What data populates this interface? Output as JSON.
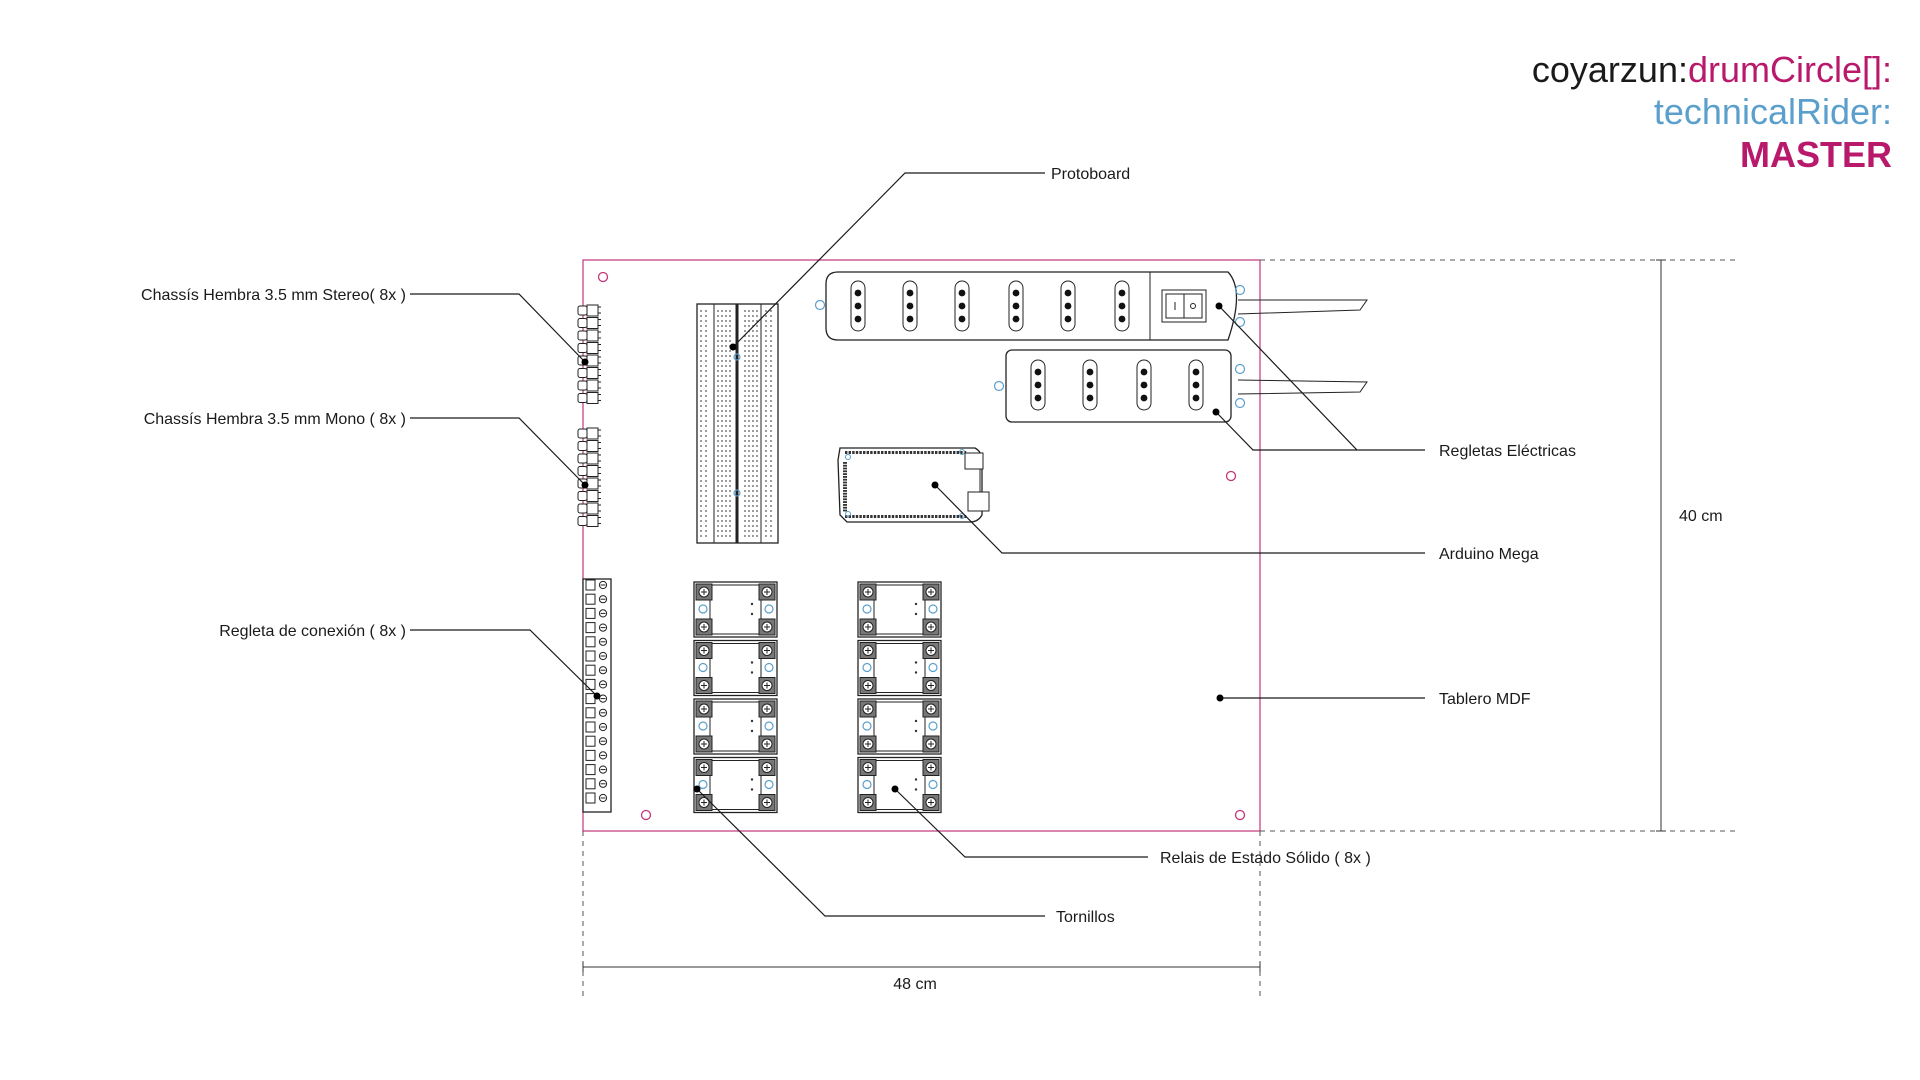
{
  "header": {
    "prefix": "coyarzun:",
    "project": "drumCircle[]:",
    "section": "technicalRider:",
    "variant": "MASTER"
  },
  "labels": {
    "protoboard": "Protoboard",
    "stereo_jack": "Chassís Hembra 3.5 mm Stereo( 8x )",
    "mono_jack": "Chassís Hembra 3.5 mm Mono ( 8x )",
    "terminal_block": "Regleta de conexión ( 8x )",
    "power_strips": "Regletas Eléctricas",
    "arduino": "Arduino Mega",
    "board": "Tablero MDF",
    "relays": "Relais de Estado Sólido ( 8x )",
    "screws": "Tornillos"
  },
  "dimensions": {
    "width": "48 cm",
    "height": "40 cm"
  },
  "colors": {
    "magenta": "#b8196b",
    "blue": "#5b9fcc",
    "dark": "#1a1a1a",
    "board_edge": "#c1357a"
  }
}
